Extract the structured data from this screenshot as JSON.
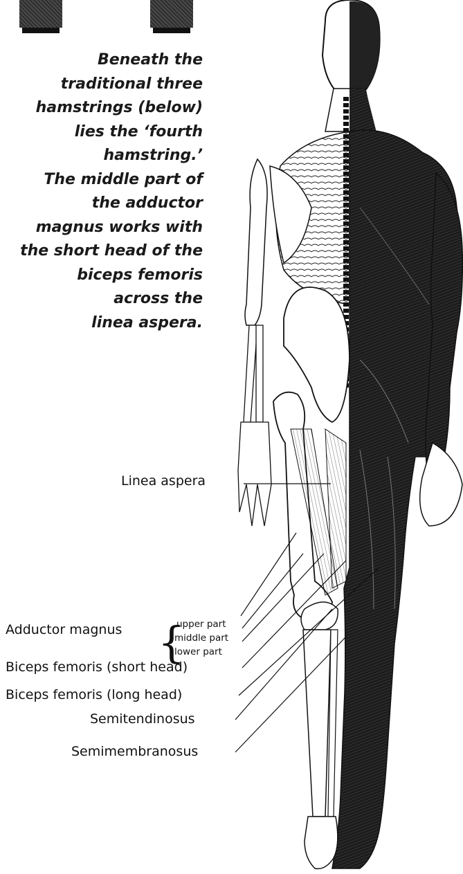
{
  "caption": {
    "lines": [
      "Beneath the",
      "traditional three",
      "hamstrings (below)",
      "lies the ‘fourth",
      "hamstring.’",
      "The middle part of",
      "the adductor",
      "magnus works with",
      "the short head of the",
      "biceps femoris",
      "across the",
      "linea aspera."
    ]
  },
  "labels": {
    "linea_aspera": "Linea aspera",
    "adductor_magnus": "Adductor magnus",
    "adductor_upper": "upper part",
    "adductor_middle": "middle part",
    "adductor_lower": "lower part",
    "biceps_short": "Biceps femoris (short head)",
    "biceps_long": "Biceps femoris (long head)",
    "semitendinosus": "Semitendinosus",
    "semimembranosus": "Semimembranosus"
  },
  "colors": {
    "ink": "#111111",
    "muscle": "#1c1c1c",
    "bone": "#ffffff",
    "header_tab": "#3a3a3a"
  }
}
